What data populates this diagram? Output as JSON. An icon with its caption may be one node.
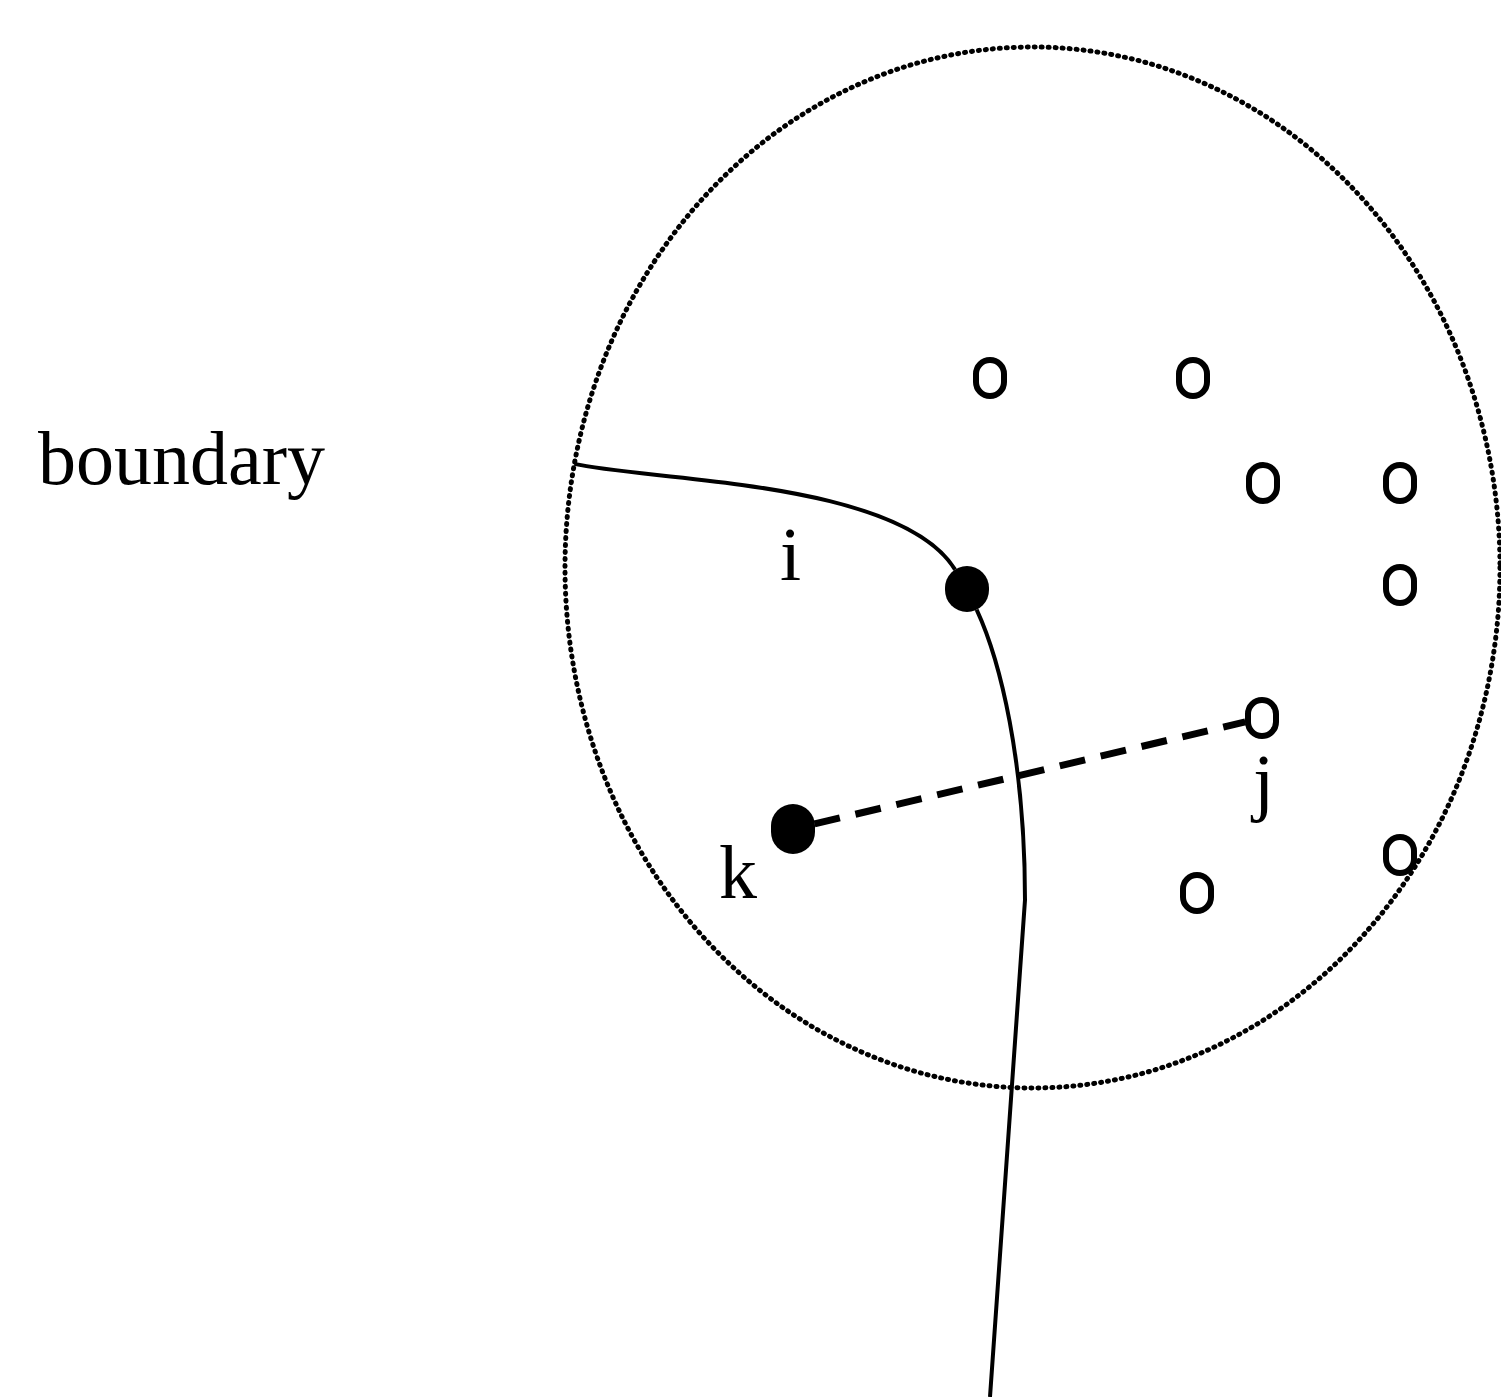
{
  "diagram": {
    "nodes": [
      {
        "text": [],
        "shape": "circle"
      },
      {
        "text": [],
        "shape": "circle",
        "in": 0
      },
      {
        "text": [],
        "shape": "circle",
        "in": 0
      },
      {
        "text": [],
        "shape": "circle",
        "in": 0
      },
      {
        "text": [],
        "shape": "circle",
        "in": 0
      },
      {
        "text": [],
        "shape": "dot",
        "in": 0,
        "beside": [
          "i"
        ]
      },
      {
        "text": [],
        "shape": "circle",
        "in": 0
      },
      {
        "text": [],
        "shape": "circle",
        "in": 0,
        "beside": [
          "j"
        ]
      },
      {
        "text": [],
        "shape": "dot",
        "in": 0,
        "beside": [
          "k"
        ]
      },
      {
        "text": [],
        "shape": "circle",
        "in": 0
      },
      {
        "text": [],
        "shape": "circle",
        "in": 0
      }
    ],
    "edges": [
      {
        "from": 0,
        "to": 5,
        "arrow": "none"
      },
      {
        "from": 5,
        "to": null,
        "arrow": "none"
      },
      {
        "from": 8,
        "to": 7,
        "arrow": "none",
        "style": "dashed"
      }
    ],
    "labels": [
      "boundary"
    ]
  }
}
